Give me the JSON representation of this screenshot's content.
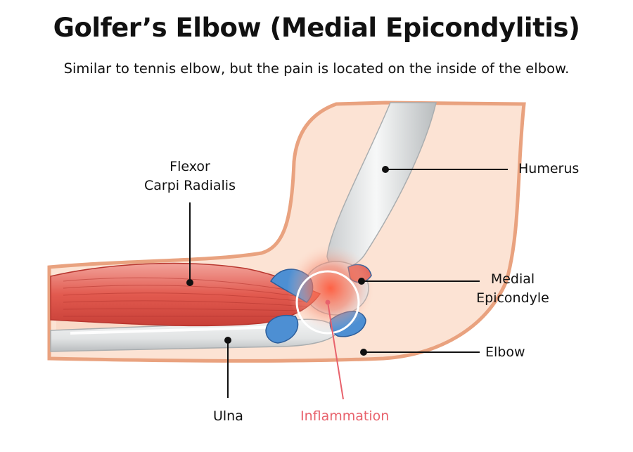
{
  "title": "Golfer’s Elbow (Medial Epicondylitis)",
  "subtitle": "Similar to tennis elbow, but the pain is located on the inside of the elbow.",
  "labels": {
    "flexor_line1": "Flexor",
    "flexor_line2": "Carpi Radialis",
    "humerus": "Humerus",
    "medial_line1": "Medial",
    "medial_line2": "Epicondyle",
    "elbow": "Elbow",
    "ulna": "Ulna",
    "inflammation": "Inflammation"
  },
  "colors": {
    "skin": "#fce3d4",
    "skin_outline": "#e9a27f",
    "muscle": "#e0584d",
    "bone": "#eceff0",
    "tendon": "#4d8fd3",
    "inflammation": "#e8626c"
  }
}
